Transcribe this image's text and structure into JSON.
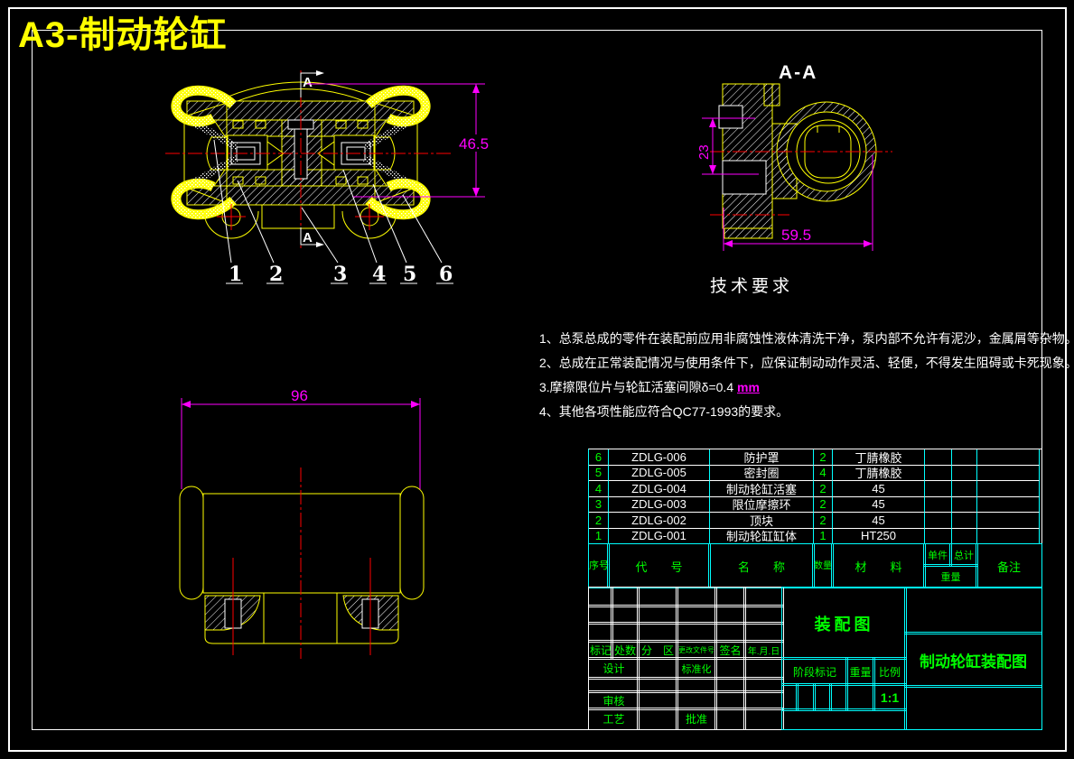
{
  "title": "A3-制动轮缸",
  "colors": {
    "line_yellow": "#FFFF00",
    "dim_magenta": "#FF00FF",
    "center_red": "#FF0000",
    "table_cyan": "#00FFFF",
    "text_green": "#00FF00",
    "text_white": "#FFFFFF"
  },
  "views": {
    "section_label": "A-A",
    "cut_mark_top": "A",
    "cut_mark_bottom": "A"
  },
  "dims": {
    "front_height": "46.5",
    "section_offset": "23",
    "section_width": "59.5",
    "top_width": "96"
  },
  "callouts": [
    "1",
    "2",
    "3",
    "4",
    "5",
    "6"
  ],
  "tech": {
    "heading": "技术要求",
    "line1": "1、总泵总成的零件在装配前应用非腐蚀性液体清洗干净，泵内部不允许有泥沙，金属屑等杂物。",
    "line2": "2、总成在正常装配情况与使用条件下，应保证制动动作灵活、轻便，不得发生阻碍或卡死现象。",
    "line3_text": "3.摩擦限位片与轮缸活塞间隙δ=0.4 ",
    "line3_unit": "mm",
    "line4": "4、其他各项性能应符合QC77-1993的要求。"
  },
  "bom": {
    "headers": {
      "seq": "序号",
      "code": "代　　号",
      "name": "名　　称",
      "qty": "数量",
      "material": "材　　料",
      "unit": "单件",
      "total": "总计",
      "weight": "重量",
      "remark": "备注"
    },
    "rows": [
      {
        "seq": "6",
        "code": "ZDLG-006",
        "name": "防护罩",
        "qty": "2",
        "material": "丁腈橡胶"
      },
      {
        "seq": "5",
        "code": "ZDLG-005",
        "name": "密封圈",
        "qty": "4",
        "material": "丁腈橡胶"
      },
      {
        "seq": "4",
        "code": "ZDLG-004",
        "name": "制动轮缸活塞",
        "qty": "2",
        "material": "45"
      },
      {
        "seq": "3",
        "code": "ZDLG-003",
        "name": "限位摩擦环",
        "qty": "2",
        "material": "45"
      },
      {
        "seq": "2",
        "code": "ZDLG-002",
        "name": "顶块",
        "qty": "2",
        "material": "45"
      },
      {
        "seq": "1",
        "code": "ZDLG-001",
        "name": "制动轮缸缸体",
        "qty": "1",
        "material": "HT250"
      }
    ]
  },
  "titleblock": {
    "mark": "标记",
    "count": "处数",
    "zone": "分　区",
    "doc_no": "更改文件号",
    "sign": "签名",
    "date": "年.月.日",
    "design": "设计",
    "standardize": "标准化",
    "check": "审核",
    "process": "工艺",
    "approve": "批准",
    "drawing_type": "装配图",
    "stage_mark": "阶段标记",
    "weight": "重量",
    "scale_label": "比例",
    "scale": "1:1",
    "drawing_title": "制动轮缸装配图"
  }
}
